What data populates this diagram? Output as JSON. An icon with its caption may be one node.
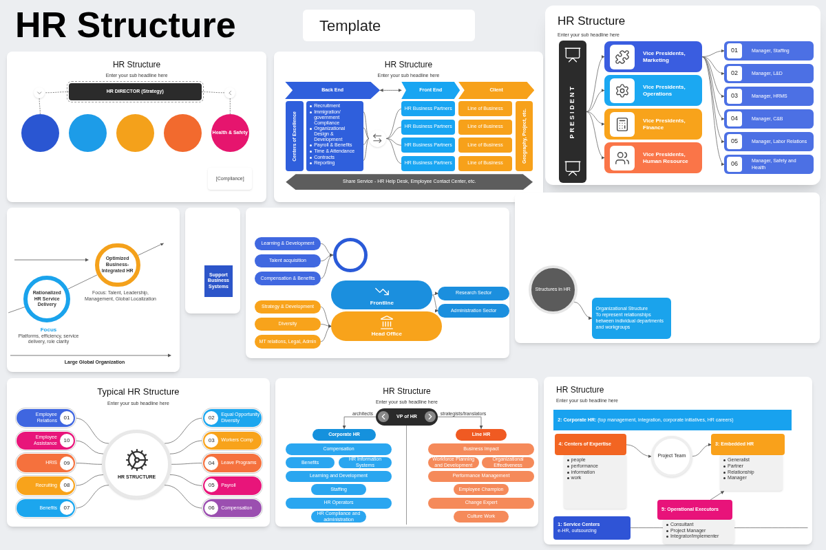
{
  "diagram": {
    "title": "HR Structure",
    "nodes": [
      {
        "text": [
          "HR Structure",
          "Enter your sub headline here"
        ]
      },
      {
        "text": [
          "PRESIDENT"
        ],
        "in": 0
      },
      {
        "text": [
          "Vice Presidents, Marketing"
        ],
        "in": 0
      },
      {
        "text": [
          "Vice Presidents, Operations"
        ],
        "in": 0
      },
      {
        "text": [
          "Vice Presidents, Finance"
        ],
        "in": 0
      },
      {
        "text": [
          "Vice Presidents, Human Resource"
        ],
        "in": 0
      },
      {
        "text": [
          "01",
          "Manager, Staffing"
        ],
        "in": 0
      },
      {
        "text": [
          "02",
          "Manager, L&D"
        ],
        "in": 0
      },
      {
        "text": [
          "03",
          "Manager, HRMS"
        ],
        "in": 0
      },
      {
        "text": [
          "04",
          "Manager, C&B"
        ],
        "in": 0
      },
      {
        "text": [
          "05",
          "Manager, Labor Relations"
        ],
        "in": 0
      },
      {
        "text": [
          "06",
          "Manager, Safety and Health"
        ],
        "in": 0
      },
      {
        "text": [
          "HR Structure",
          "Enter your sub headline here"
        ]
      },
      {
        "text": [
          "HR DIRECTOR (Strategy)"
        ],
        "in": 12
      },
      {
        "text": [],
        "shape": "circle",
        "in": 12
      },
      {
        "text": [],
        "shape": "circle",
        "in": 12
      },
      {
        "text": [],
        "shape": "circle",
        "in": 12
      },
      {
        "text": [],
        "shape": "circle",
        "in": 12
      },
      {
        "text": [],
        "shape": "circle",
        "in": 12
      },
      {
        "text": [],
        "shape": "circle",
        "in": 12
      },
      {
        "text": [
          "Health & Safety"
        ],
        "in": 12
      },
      {
        "text": [
          "[Compliance]"
        ],
        "in": 12
      },
      {
        "text": [
          "Support Business Systems"
        ]
      },
      {
        "text": [
          "Rationalized HR Service Delivery"
        ],
        "beside": [
          "Focus",
          "Platforms, efficiency, service delivery, role clarity"
        ]
      },
      {
        "text": [
          "Optimized Business-Integrated HR"
        ],
        "beside": [
          "Focus: Talent, Leadership, Management, Global Localization"
        ]
      },
      {
        "text": [
          "HR Structure",
          "Enter your sub headline here"
        ]
      },
      {
        "text": [
          "Back End"
        ],
        "in": 25
      },
      {
        "text": [
          "Front End"
        ],
        "in": 25
      },
      {
        "text": [
          "Client"
        ],
        "in": 25
      },
      {
        "text": [
          "Centers of Excellence"
        ],
        "in": 25
      },
      {
        "text": [
          "Recruitment",
          "Immigration/ government Compliance",
          "Organizational Design & Development",
          "Payroll & Benefits",
          "Time & Attendance",
          "Contracts",
          "Reporting"
        ],
        "in": 25
      },
      {
        "text": [],
        "shape": "circle",
        "in": 25
      },
      {
        "text": [
          "HR Business Partners"
        ],
        "in": 25
      },
      {
        "text": [
          "HR Business Partners"
        ],
        "in": 25
      },
      {
        "text": [
          "HR Business Partners"
        ],
        "in": 25
      },
      {
        "text": [
          "HR Business Partners"
        ],
        "in": 25
      },
      {
        "text": [
          "Line of Business"
        ],
        "in": 25
      },
      {
        "text": [
          "Line of Business"
        ],
        "in": 25
      },
      {
        "text": [
          "Line of Business"
        ],
        "in": 25
      },
      {
        "text": [
          "Line of Business"
        ],
        "in": 25
      },
      {
        "text": [
          "Geography, Project, etc."
        ],
        "in": 25
      },
      {
        "text": [
          "Share Service - HR Help Desk, Employee Contact Center, etc."
        ],
        "in": 25
      },
      {
        "text": [
          "Learning & Development"
        ]
      },
      {
        "text": [
          "Talent acquisition"
        ]
      },
      {
        "text": [
          "Compensation & Benefits"
        ]
      },
      {
        "text": [
          "Frontline"
        ]
      },
      {
        "text": [
          "Strategy & Development"
        ]
      },
      {
        "text": [
          "Diversity"
        ]
      },
      {
        "text": [
          "MT relations, Legal, Admin"
        ]
      },
      {
        "text": [
          "Head Office"
        ]
      },
      {
        "text": [
          "Research Sector"
        ]
      },
      {
        "text": [
          "Administration Sector"
        ]
      },
      {
        "text": [
          "Structures in HR"
        ]
      },
      {
        "text": [
          "Organizational Structure",
          "To represent relationships between individual departments and workgroups"
        ]
      },
      {
        "text": [
          "Typical HR Structure",
          "Enter your sub headline here"
        ]
      },
      {
        "text": [
          "HR STRUCTURE"
        ],
        "in": 54
      },
      {
        "text": [
          "Employee Relations",
          "01"
        ],
        "in": 54
      },
      {
        "text": [
          "Employee Assistance",
          "10"
        ],
        "in": 54
      },
      {
        "text": [
          "HRIS",
          "09"
        ],
        "in": 54
      },
      {
        "text": [
          "Recruiting",
          "08"
        ],
        "in": 54
      },
      {
        "text": [
          "Benefits",
          "07"
        ],
        "in": 54
      },
      {
        "text": [
          "02",
          "Equal Opportunity Diversity"
        ],
        "in": 54
      },
      {
        "text": [
          "03",
          "Workers Comp"
        ],
        "in": 54
      },
      {
        "text": [
          "04",
          "Leave Programs"
        ],
        "in": 54
      },
      {
        "text": [
          "05",
          "Payroll"
        ],
        "in": 54
      },
      {
        "text": [
          "06",
          "Compensation"
        ],
        "in": 54
      },
      {
        "text": [
          "HR Structure",
          "Enter your sub headline here"
        ]
      },
      {
        "text": [
          "VP of HR"
        ],
        "in": 66
      },
      {
        "text": [
          "Corporate HR"
        ],
        "in": 66
      },
      {
        "text": [
          "Line HR"
        ],
        "in": 66
      },
      {
        "text": [
          "Compensation"
        ],
        "in": 66
      },
      {
        "text": [
          "Benefits"
        ],
        "in": 66
      },
      {
        "text": [
          "HR Information Systems"
        ],
        "in": 66
      },
      {
        "text": [
          "Learning and Development"
        ],
        "in": 66
      },
      {
        "text": [
          "Staffing"
        ],
        "in": 66
      },
      {
        "text": [
          "HR Operators"
        ],
        "in": 66
      },
      {
        "text": [
          "HR Compliance and administration"
        ],
        "in": 66
      },
      {
        "text": [
          "Business Impact"
        ],
        "in": 66
      },
      {
        "text": [
          "Workforce Planning and Development"
        ],
        "in": 66
      },
      {
        "text": [
          "Organizational Effectiveness"
        ],
        "in": 66
      },
      {
        "text": [
          "Performance Management"
        ],
        "in": 66
      },
      {
        "text": [
          "Employee Champion"
        ],
        "in": 66
      },
      {
        "text": [
          "Change Expert"
        ],
        "in": 66
      },
      {
        "text": [
          "Culture Work"
        ],
        "in": 66
      },
      {
        "text": [
          "HR Structure",
          "Enter your sub headline here"
        ]
      },
      {
        "text": [
          "**2: Corporate HR:** (top management, integration, corporate initiatives, HR careers)"
        ],
        "in": 84
      },
      {
        "text": [
          "4: Centers of Expertise"
        ],
        "in": 84
      },
      {
        "text": [
          "people",
          "performance",
          "information",
          "work"
        ],
        "in": 84
      },
      {
        "text": [
          "Project Team"
        ],
        "in": 84
      },
      {
        "text": [
          "3: Embedded HR"
        ],
        "in": 84
      },
      {
        "text": [
          "Generalist",
          "Partner",
          "Relationship",
          "Manager"
        ],
        "in": 84
      },
      {
        "text": [
          "5: Operational Executors"
        ],
        "in": 84
      },
      {
        "text": [
          "Consultant",
          "Project Manager",
          "Integrator/implementer"
        ],
        "in": 84
      },
      {
        "text": [
          "1: Service Centers",
          "e-HR, outsourcing"
        ],
        "in": 84
      },
      {
        "text": [],
        "shape": "circle"
      }
    ],
    "edges": [
      {
        "from": 1,
        "to": 2,
        "arrow": "to"
      },
      {
        "from": 1,
        "to": 3,
        "arrow": "to"
      },
      {
        "from": 1,
        "to": 4,
        "arrow": "to"
      },
      {
        "from": 1,
        "to": 5,
        "arrow": "to"
      },
      {
        "from": 2,
        "to": 6,
        "arrow": "to"
      },
      {
        "from": 2,
        "to": 7,
        "arrow": "to"
      },
      {
        "from": 2,
        "to": 8,
        "arrow": "to"
      },
      {
        "from": 2,
        "to": 9,
        "arrow": "to"
      },
      {
        "from": 2,
        "to": 10,
        "arrow": "to"
      },
      {
        "from": 2,
        "to": 11,
        "arrow": "to"
      },
      {
        "from": 13,
        "to": 14,
        "arrow": "none",
        "style": "dashed"
      },
      {
        "from": 13,
        "to": 15,
        "arrow": "none",
        "style": "dashed"
      },
      {
        "from": 14,
        "to": 16,
        "arrow": "none",
        "style": "dashed"
      },
      {
        "from": 15,
        "to": 20,
        "arrow": "none",
        "style": "dashed"
      },
      {
        "from": null,
        "to": 23,
        "arrow": "none"
      },
      {
        "from": 23,
        "to": 24,
        "arrow": "none"
      },
      {
        "from": 24,
        "to": null,
        "arrow": "to"
      },
      {
        "from": 26,
        "to": 27,
        "arrow": "both"
      },
      {
        "from": 30,
        "to": 31,
        "arrow": "none"
      },
      {
        "from": 30,
        "to": 31,
        "arrow": "none"
      },
      {
        "from": 30,
        "to": 31,
        "arrow": "none"
      },
      {
        "from": 30,
        "to": 31,
        "arrow": "none"
      },
      {
        "from": 31,
        "to": 32,
        "arrow": "none"
      },
      {
        "from": 31,
        "to": 33,
        "arrow": "none"
      },
      {
        "from": 31,
        "to": 34,
        "arrow": "none"
      },
      {
        "from": 31,
        "to": 35,
        "arrow": "none"
      },
      {
        "from": 42,
        "to": 94,
        "arrow": "to"
      },
      {
        "from": 43,
        "to": 94,
        "arrow": "to"
      },
      {
        "from": 44,
        "to": 94,
        "arrow": "to"
      },
      {
        "from": 46,
        "to": 49,
        "arrow": "to"
      },
      {
        "from": 47,
        "to": 49,
        "arrow": "to"
      },
      {
        "from": 48,
        "to": 49,
        "arrow": "to"
      },
      {
        "from": 45,
        "to": 50,
        "arrow": "to"
      },
      {
        "from": 45,
        "to": 51,
        "arrow": "to"
      },
      {
        "from": 52,
        "to": 53,
        "arrow": "to"
      },
      {
        "from": 56,
        "to": 55,
        "arrow": "none"
      },
      {
        "from": 57,
        "to": 55,
        "arrow": "none"
      },
      {
        "from": 58,
        "to": 55,
        "arrow": "none"
      },
      {
        "from": 59,
        "to": 55,
        "arrow": "none"
      },
      {
        "from": 60,
        "to": 55,
        "arrow": "none"
      },
      {
        "from": 61,
        "to": 55,
        "arrow": "none"
      },
      {
        "from": 62,
        "to": 55,
        "arrow": "none"
      },
      {
        "from": 63,
        "to": 55,
        "arrow": "none"
      },
      {
        "from": 64,
        "to": 55,
        "arrow": "none"
      },
      {
        "from": 65,
        "to": 55,
        "arrow": "none"
      },
      {
        "from": 67,
        "to": 68,
        "arrow": "to",
        "label": "architects"
      },
      {
        "from": 67,
        "to": 69,
        "arrow": "to",
        "label": "strategists/translators"
      },
      {
        "from": 86,
        "to": 88,
        "arrow": "to"
      },
      {
        "from": 88,
        "to": 89,
        "arrow": "to"
      },
      {
        "from": 91,
        "to": 90,
        "arrow": "to"
      },
      {
        "from": 93,
        "to": null,
        "arrow": "none"
      }
    ],
    "labels": [
      "Template",
      "Large Global Organization"
    ]
  }
}
